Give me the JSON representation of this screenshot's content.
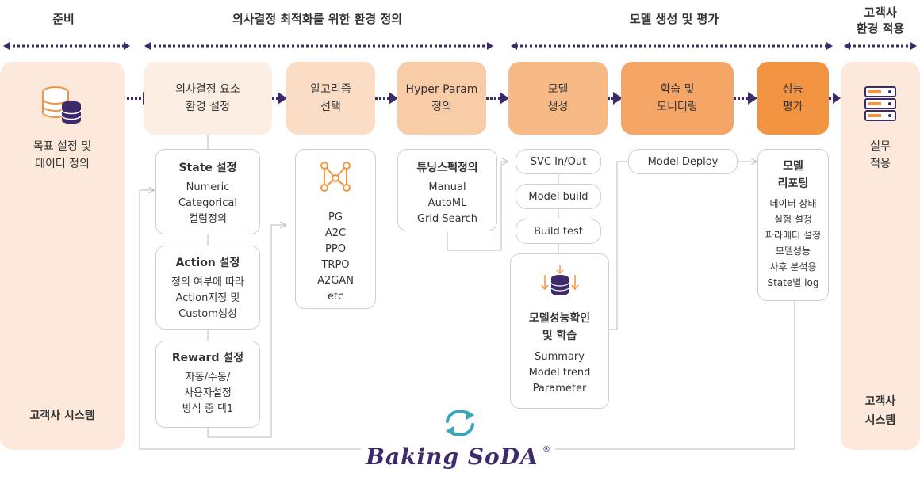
{
  "headers": {
    "prep": "준비",
    "env": "의사결정 최적화를 위한 환경 정의",
    "model": "모델 생성 및 평가",
    "customer_env_1": "고객사",
    "customer_env_2": "환경 적용"
  },
  "left_panel": {
    "title_1": "목표 설정 및",
    "title_2": "데이터 정의",
    "footer": "고객사 시스템"
  },
  "right_panel": {
    "title_1": "실무",
    "title_2": "적용",
    "footer_1": "고객사",
    "footer_2": "시스템"
  },
  "steps": {
    "env_setup_1": "의사결정 요소",
    "env_setup_2": "환경 설정",
    "algo_1": "알고리즘",
    "algo_2": "선택",
    "hyper_1": "Hyper Param",
    "hyper_2": "정의",
    "model_1": "모델",
    "model_2": "생성",
    "train_1": "학습 및",
    "train_2": "모니터링",
    "eval_1": "성능",
    "eval_2": "평가"
  },
  "cards": {
    "state": {
      "title": "State 설정",
      "lines": [
        "Numeric",
        "Categorical",
        "컬럼정의"
      ]
    },
    "action": {
      "title": "Action 설정",
      "lines": [
        "정의 여부에 따라",
        "Action지정 및",
        "Custom생성"
      ]
    },
    "reward": {
      "title": "Reward 설정",
      "lines": [
        "자동/수동/",
        "사용자설정",
        "방식 중 택1"
      ]
    },
    "algorithms": [
      "PG",
      "A2C",
      "PPO",
      "TRPO",
      "A2GAN",
      "etc"
    ],
    "tuning": {
      "title": "튜닝스펙정의",
      "lines": [
        "Manual",
        "AutoML",
        "Grid Search"
      ]
    },
    "model_check": {
      "title_1": "모델성능확인",
      "title_2": "및 학습",
      "lines": [
        "Summary",
        "Model trend",
        "Parameter"
      ]
    },
    "report": {
      "title_1": "모델",
      "title_2": "리포팅",
      "lines": [
        "데이터 상태",
        "실험 설정",
        "파라메터 설정",
        "모델성능",
        "사후 분석용",
        "State별 log"
      ]
    }
  },
  "pills": {
    "svc": "SVC In/Out",
    "build": "Model build",
    "test": "Build test",
    "deploy": "Model Deploy"
  },
  "brand": {
    "name": "Baking SoDA",
    "mark": "®"
  },
  "colors": {
    "panel": "#fde9dc",
    "step1": "#fdeee3",
    "step2": "#fbdcc5",
    "step3": "#f9cca8",
    "step4": "#f7b986",
    "step5": "#f5a667",
    "step6": "#f39442",
    "arrow": "#3d2a6b",
    "accent": "#f39442",
    "teal": "#3aa6b9"
  }
}
